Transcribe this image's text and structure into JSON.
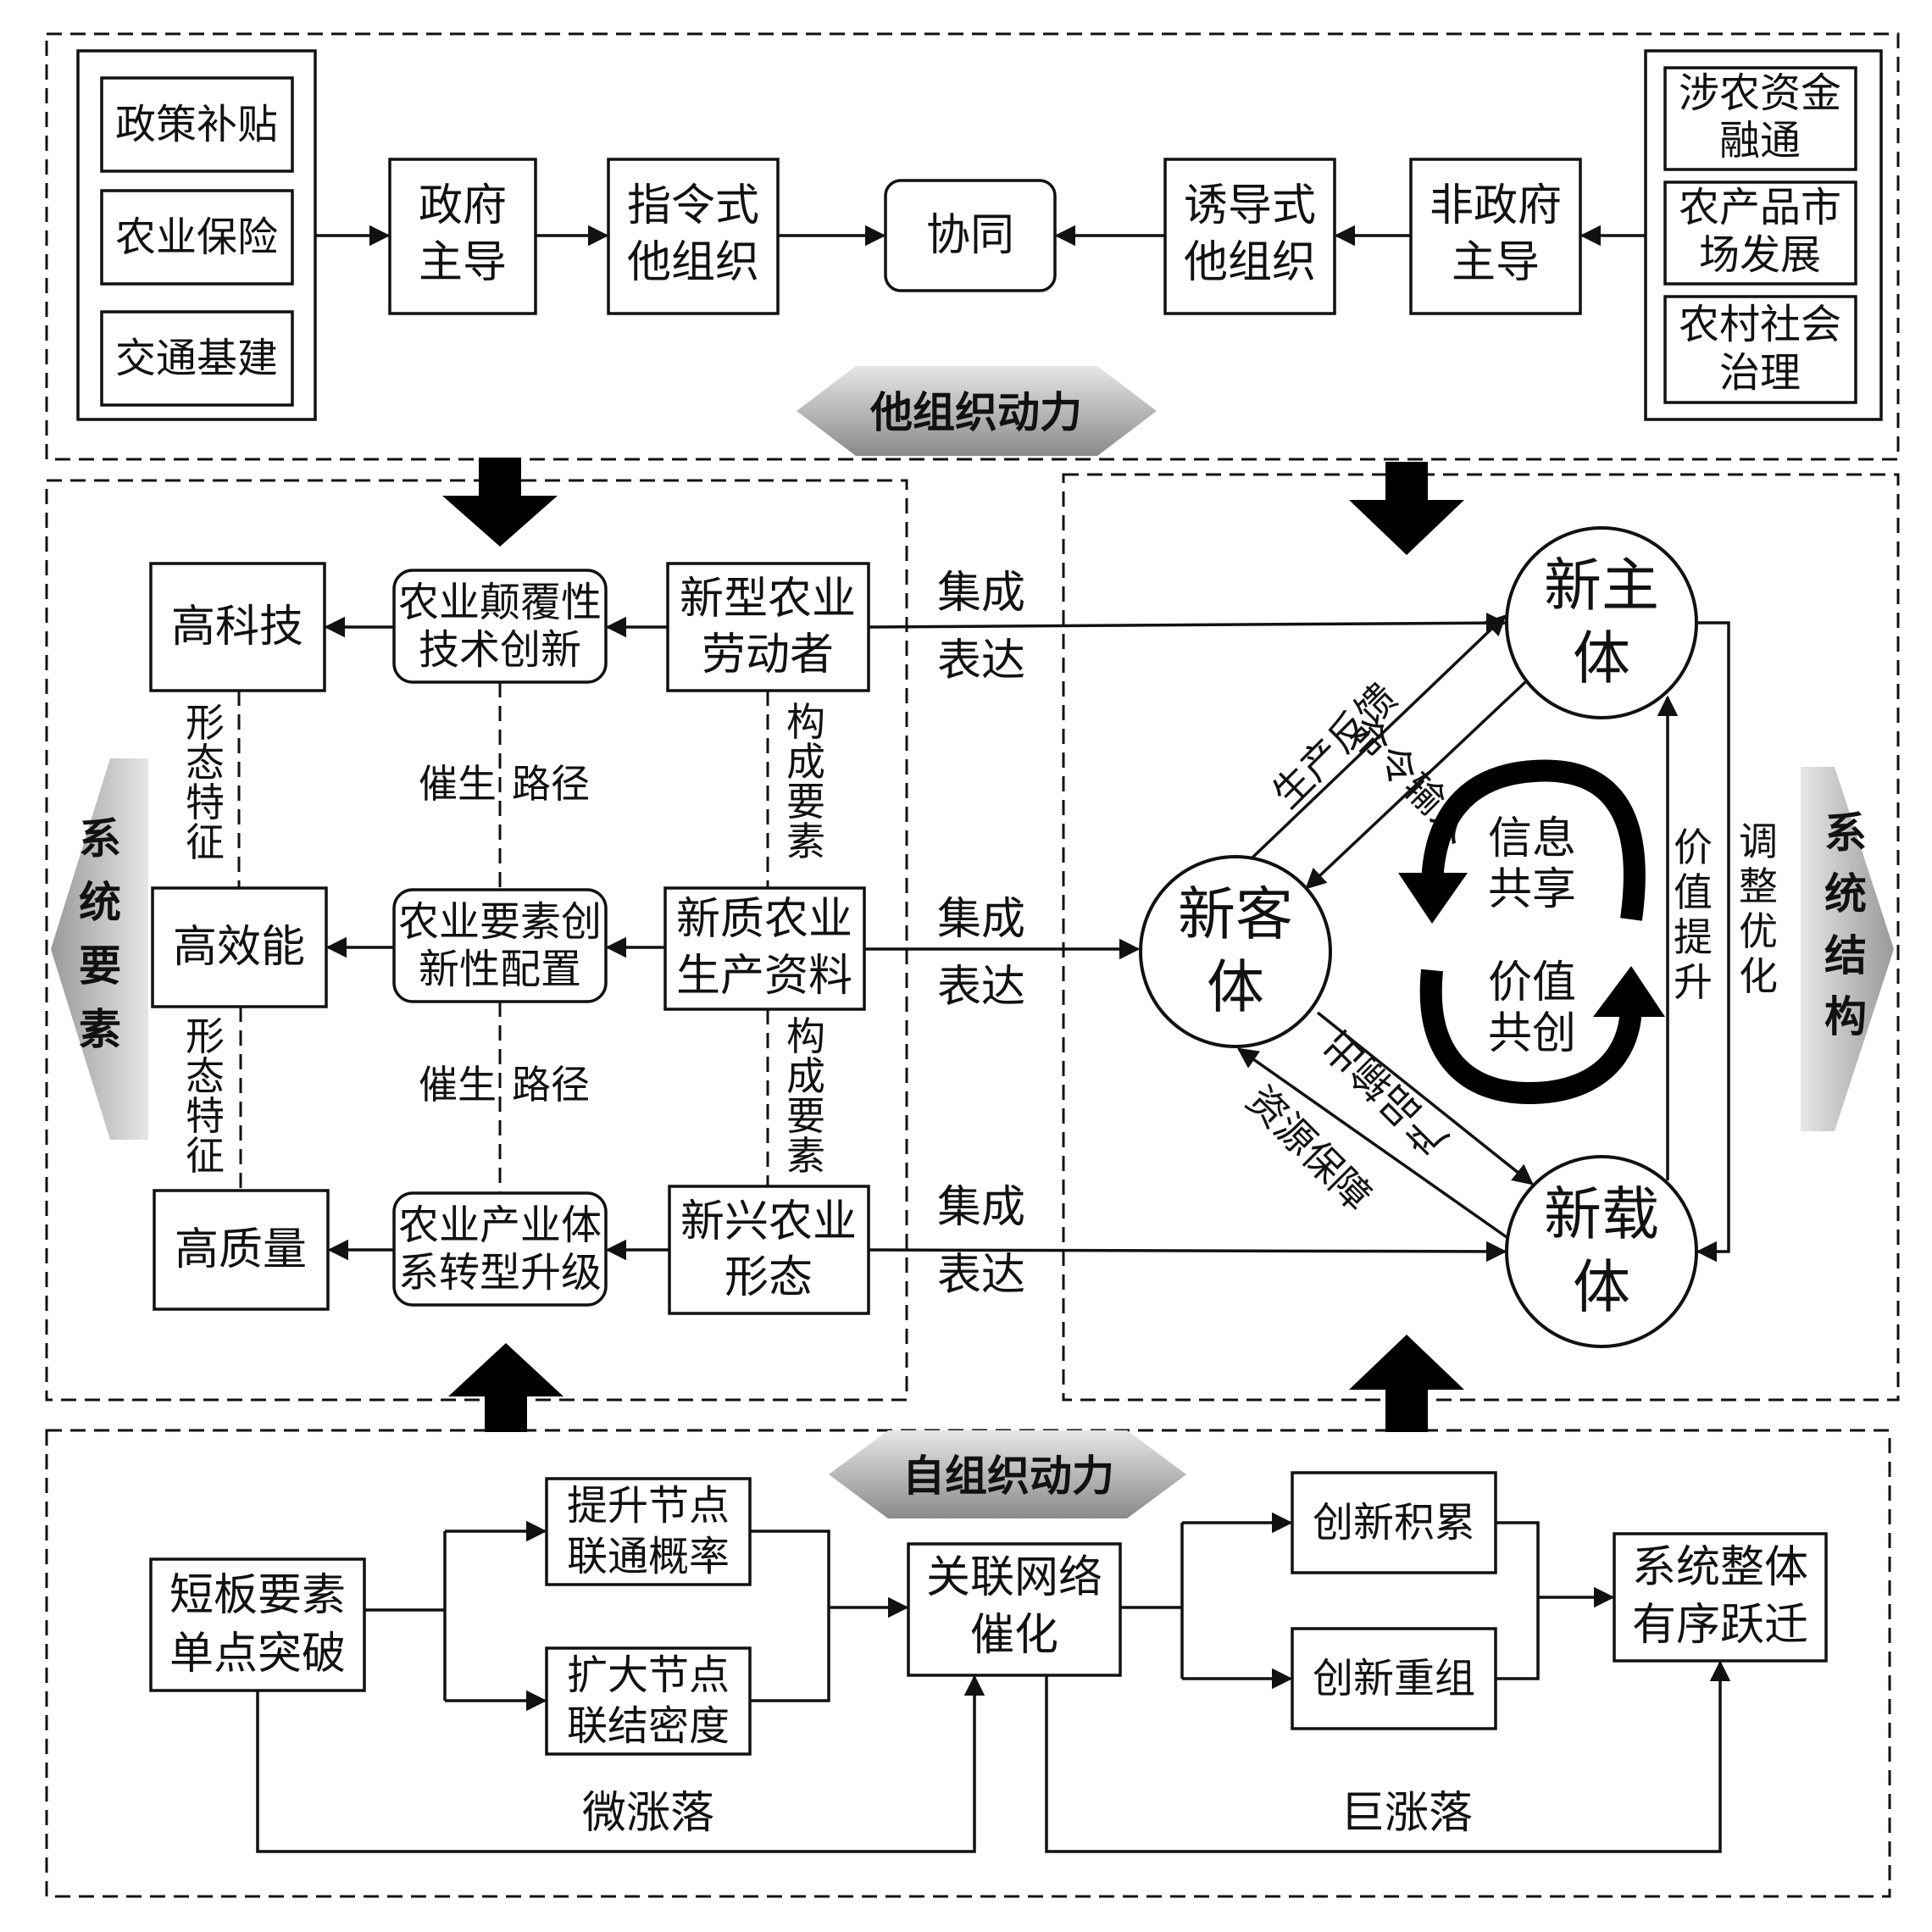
{
  "top": {
    "left_inputs": [
      "政策补贴",
      "农业保险",
      "交通基建"
    ],
    "gov": [
      "政府",
      "主导"
    ],
    "directive": [
      "指令式",
      "他组织"
    ],
    "synergy": "协同",
    "inductive": [
      "诱导式",
      "他组织"
    ],
    "nongov": [
      "非政府",
      "主导"
    ],
    "right_inputs": [
      [
        "涉农资金",
        "融通"
      ],
      [
        "农产品市",
        "场发展"
      ],
      [
        "农村社会",
        "治理"
      ]
    ],
    "banner": "他组织动力"
  },
  "left": {
    "outcomes": [
      "高科技",
      "高效能",
      "高质量"
    ],
    "middle": [
      [
        "农业颠覆性",
        "技术创新"
      ],
      [
        "农业要素创",
        "新性配置"
      ],
      [
        "农业产业体",
        "系转型升级"
      ]
    ],
    "sources": [
      [
        "新型农业",
        "劳动者"
      ],
      [
        "新质农业",
        "生产资料"
      ],
      [
        "新兴农业",
        "形态"
      ]
    ],
    "form_feature": [
      "形",
      "态",
      "特",
      "征"
    ],
    "catalyze": "催生",
    "path": "路径",
    "constitute": [
      "构",
      "成",
      "要",
      "素"
    ],
    "integrate": [
      "集成",
      "表达"
    ],
    "side_label": [
      "系",
      "统",
      "要",
      "素"
    ]
  },
  "right": {
    "subject": [
      "新主",
      "体"
    ],
    "object": [
      "新客",
      "体"
    ],
    "carrier": [
      "新载",
      "体"
    ],
    "feedback": "生产反馈",
    "command": "命令输入",
    "output": "产品输出",
    "resource": "资源保障",
    "info_share": [
      "信息",
      "共享"
    ],
    "value_cocreate": [
      "价值",
      "共创"
    ],
    "value_up": [
      "价",
      "值",
      "提",
      "升"
    ],
    "adjust": [
      "调",
      "整",
      "优",
      "化"
    ],
    "side_label": [
      "系",
      "统",
      "结",
      "构"
    ]
  },
  "bottom": {
    "banner": "自组织动力",
    "breakthrough": [
      "短板要素",
      "单点突破"
    ],
    "connect_prob": [
      "提升节点",
      "联通概率"
    ],
    "connect_density": [
      "扩大节点",
      "联结密度"
    ],
    "network": [
      "关联网络",
      "催化"
    ],
    "accumulate": "创新积累",
    "recombine": "创新重组",
    "leap": [
      "系统整体",
      "有序跃迁"
    ],
    "micro": "微涨落",
    "macro": "巨涨落"
  }
}
